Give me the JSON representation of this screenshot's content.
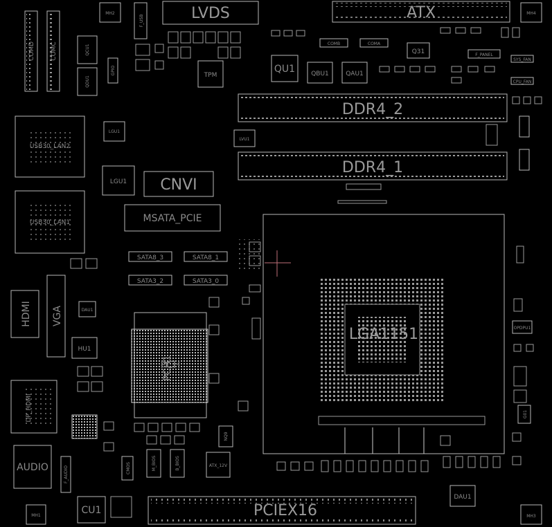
{
  "labels": {
    "lvds": "LVDS",
    "atx": "ATX",
    "mh4": "MH4",
    "mh3": "MH3",
    "mh2": "MH2",
    "mh1": "MH1",
    "f_usb": "F_USB",
    "comd": "COMD",
    "comc": "COMC",
    "qcu1": "QCU1",
    "qdu1": "QDU1",
    "gpio": "GPIO",
    "tpm": "TPM",
    "comb": "COMB",
    "coma": "COMA",
    "q31": "Q31",
    "f_panel": "F_PANEL",
    "sys_fan": "SYS_FAN",
    "cpu_fan": "CPU_FAN",
    "qu1": "QU1",
    "qbu1": "QBU1",
    "qau1": "QAU1",
    "ddr4_2": "DDR4_2",
    "ddr4_1": "DDR4_1",
    "usb30_lan2": "USB30_LAN2",
    "usb30_lan1": "USB30_LAN1",
    "lgu1_a": "LGU1",
    "lgu1_b": "LGU1",
    "lvu1": "LVU1",
    "cnvi": "CNVI",
    "msata_pcie": "MSATA_PCIE",
    "sata8_3": "SATA8_3",
    "sata8_1": "SATA8_1",
    "sata3_2": "SATA3_2",
    "sata3_0": "SATA3_0",
    "hdmi": "HDMI",
    "vga": "VGA",
    "dau1_small": "DAU1",
    "hu1": "HU1",
    "pch": "PCH",
    "pch1": "PCH1",
    "lga1151": "LGA1151",
    "dp_hdmi": "DP_HDMI",
    "audio": "AUDIO",
    "f_audio": "F_AUDIO",
    "cu1": "CU1",
    "pciex16": "PCIEX16",
    "dau1": "DAU1",
    "atx_12v": "ATX_12V",
    "m_bios": "M_BIOS",
    "b_bios": "B_BIOS",
    "nq9": "NQ9",
    "opdpu1": "OPDPU1",
    "cmos": "CMOS",
    "g01": "G01"
  },
  "colors": {
    "background": "#000000",
    "outline": "#b8b8b8",
    "label": "#8a8a8a",
    "pad": "#cfcfcf",
    "crosshair": "#c0707a"
  }
}
